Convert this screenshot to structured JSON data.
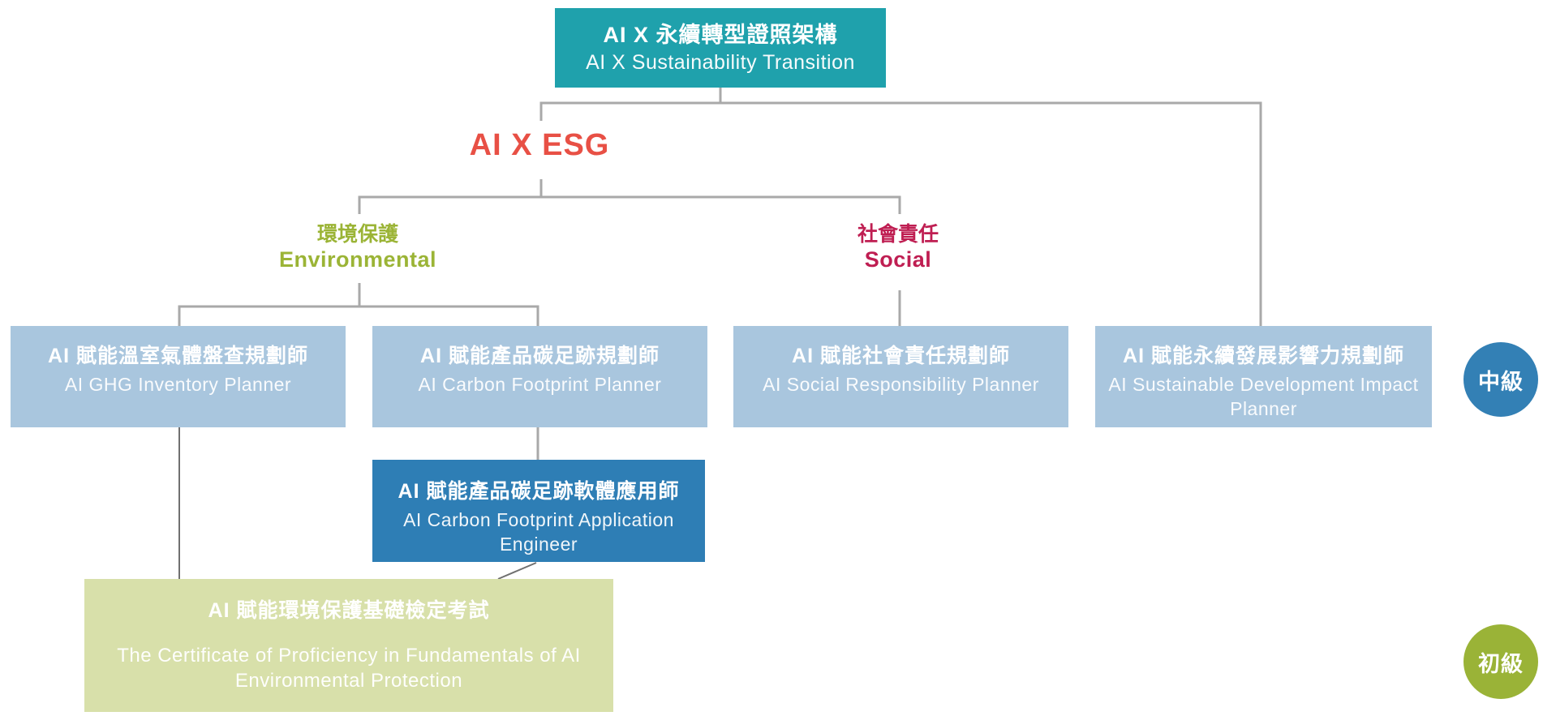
{
  "diagram": {
    "root": {
      "title_zh": "AI X 永續轉型證照架構",
      "title_en": "AI X Sustainability Transition"
    },
    "esg": {
      "label": "AI X ESG"
    },
    "branches": {
      "environmental": {
        "zh": "環境保護",
        "en": "Environmental"
      },
      "social": {
        "zh": "社會責任",
        "en": "Social"
      }
    },
    "certifications": {
      "ghg": {
        "zh": "AI 賦能溫室氣體盤查規劃師",
        "en": "AI GHG Inventory Planner"
      },
      "carbon": {
        "zh": "AI 賦能產品碳足跡規劃師",
        "en": "AI Carbon Footprint Planner"
      },
      "social": {
        "zh": "AI 賦能社會責任規劃師",
        "en": "AI Social Responsibility Planner"
      },
      "impact": {
        "zh": "AI 賦能永續發展影響力規劃師",
        "en": "AI Sustainable Development Impact Planner"
      },
      "app_engineer": {
        "zh": "AI 賦能產品碳足跡軟體應用師",
        "en": "AI Carbon Footprint Application Engineer"
      },
      "foundation": {
        "zh": "AI 賦能環境保護基礎檢定考試",
        "en": "The Certificate of Proficiency in Fundamentals of AI Environmental Protection"
      }
    },
    "levels": {
      "intermediate": "中級",
      "beginner": "初級"
    }
  },
  "colors": {
    "teal": "#1FA1AC",
    "red": "#E85045",
    "olive": "#9BB436",
    "crimson": "#BF1E52",
    "light_blue": "#A9C6DE",
    "dark_blue": "#2E7EB5",
    "light_green": "#D8E0AA",
    "circle_blue": "#3380B5",
    "circle_olive": "#9AB337",
    "connector_gray": "#A9A9A9",
    "connector_dark": "#707070"
  }
}
